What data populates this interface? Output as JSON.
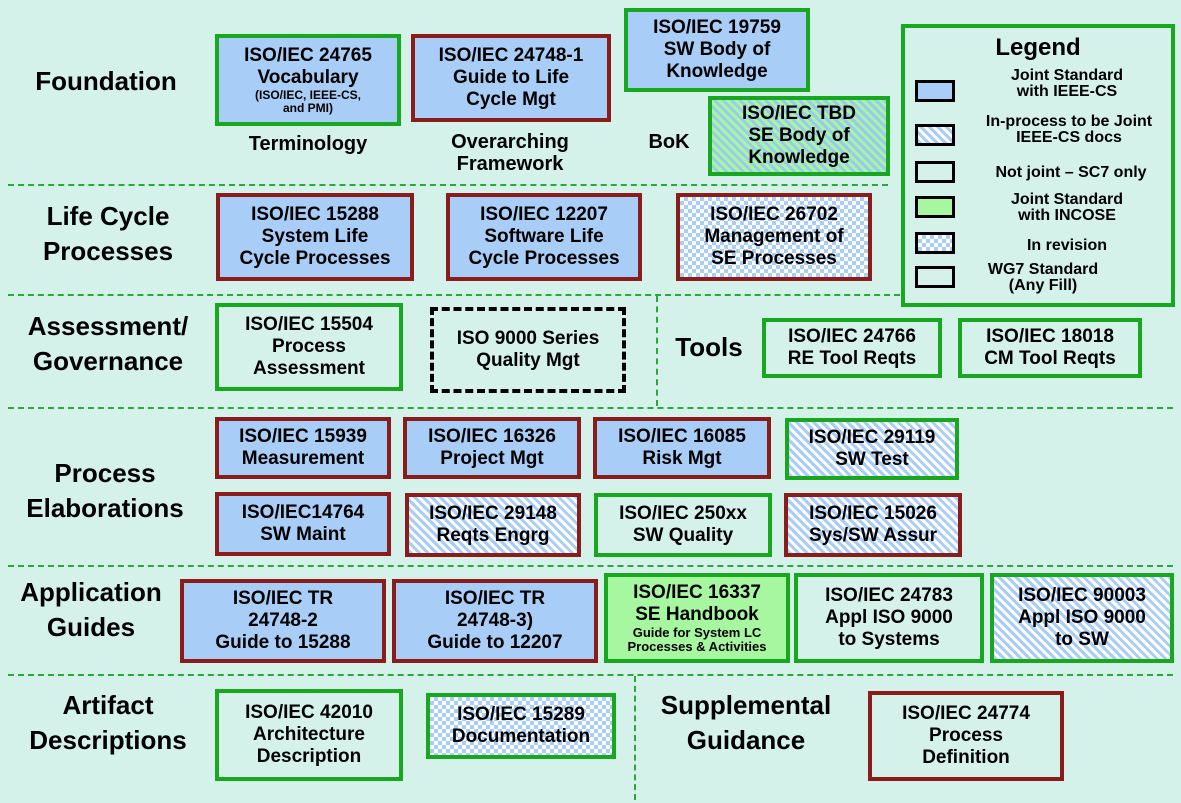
{
  "sections": {
    "foundation": "Foundation",
    "lifecycle": [
      "Life Cycle",
      "Processes"
    ],
    "assessment": [
      "Assessment/",
      "Governance"
    ],
    "elaborations": [
      "Process",
      "Elaborations"
    ],
    "guides": [
      "Application",
      "Guides"
    ],
    "artifact": [
      "Artifact",
      "Descriptions"
    ],
    "tools": "Tools",
    "supplemental": [
      "Supplemental",
      "Guidance"
    ]
  },
  "sublabels": {
    "terminology": "Terminology",
    "framework": [
      "Overarching",
      "Framework"
    ],
    "bok": "BoK"
  },
  "boxes": {
    "b24765": [
      "ISO/IEC 24765",
      "Vocabulary",
      "(ISO/IEC, IEEE-CS,",
      "and PMI)"
    ],
    "b24748_1": [
      "ISO/IEC 24748-1",
      "Guide to Life",
      "Cycle Mgt"
    ],
    "b19759": [
      "ISO/IEC 19759",
      "SW Body of",
      "Knowledge"
    ],
    "bTBD": [
      "ISO/IEC TBD",
      "SE Body of",
      "Knowledge"
    ],
    "b15288": [
      "ISO/IEC 15288",
      "System Life",
      "Cycle Processes"
    ],
    "b12207": [
      "ISO/IEC 12207",
      "Software Life",
      "Cycle Processes"
    ],
    "b26702": [
      "ISO/IEC 26702",
      "Management of",
      "SE Processes"
    ],
    "b15504": [
      "ISO/IEC 15504",
      "Process",
      "Assessment"
    ],
    "b9000": [
      "ISO 9000 Series",
      "Quality Mgt"
    ],
    "b24766": [
      "ISO/IEC 24766",
      "RE Tool Reqts"
    ],
    "b18018": [
      "ISO/IEC 18018",
      "CM Tool Reqts"
    ],
    "b15939": [
      "ISO/IEC 15939",
      "Measurement"
    ],
    "b16326": [
      "ISO/IEC 16326",
      "Project Mgt"
    ],
    "b16085": [
      "ISO/IEC 16085",
      "Risk Mgt"
    ],
    "b29119": [
      "ISO/IEC 29119",
      "SW Test"
    ],
    "b14764": [
      "ISO/IEC14764",
      "SW Maint"
    ],
    "b29148": [
      "ISO/IEC 29148",
      "Reqts Engrg"
    ],
    "b250xx": [
      "ISO/IEC 250xx",
      "SW Quality"
    ],
    "b15026": [
      "ISO/IEC 15026",
      "Sys/SW Assur"
    ],
    "bTR24748_2": [
      "ISO/IEC TR",
      "24748-2",
      "Guide to 15288"
    ],
    "bTR24748_3": [
      "ISO/IEC TR",
      "24748-3)",
      "Guide to 12207"
    ],
    "b16337": [
      "ISO/IEC 16337",
      "SE Handbook",
      "Guide for System LC",
      "Processes & Activities"
    ],
    "b24783": [
      "ISO/IEC 24783",
      "Appl ISO 9000",
      "to Systems"
    ],
    "b90003": [
      "ISO/IEC 90003",
      "Appl ISO 9000",
      "to SW"
    ],
    "b42010": [
      "ISO/IEC 42010",
      "Architecture",
      "Description"
    ],
    "b15289": [
      "ISO/IEC 15289",
      "Documentation"
    ],
    "b24774": [
      "ISO/IEC 24774",
      "Process",
      "Definition"
    ]
  },
  "legend": {
    "title": "Legend",
    "items": [
      [
        "Joint Standard",
        "with IEEE-CS"
      ],
      [
        "In-process to be Joint",
        "IEEE-CS docs"
      ],
      [
        "Not joint – SC7 only"
      ],
      [
        "Joint Standard",
        "with INCOSE"
      ],
      [
        "In revision"
      ],
      [
        "WG7 Standard",
        "(Any Fill)"
      ]
    ]
  },
  "colors": {
    "background": "#d4f2ea",
    "wg7_border": "#8b1c1c",
    "sc7_border": "#18a820",
    "ieee_fill": "#a8cdf6",
    "incose_fill": "#a6f7a0"
  }
}
